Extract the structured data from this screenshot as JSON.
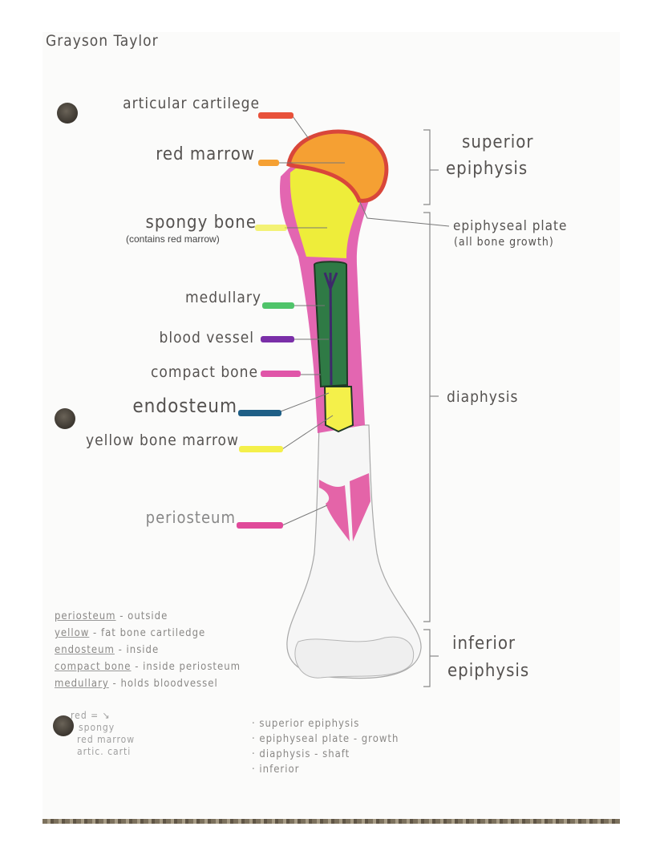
{
  "author": "Grayson Taylor",
  "labels": {
    "articular_cartilage": "articular cartilege",
    "red_marrow": "red marrow",
    "spongy_bone": "spongy bone",
    "spongy_bone_note": "(contains red marrow)",
    "medullary": "medullary",
    "blood_vessel": "blood vessel",
    "compact_bone": "compact bone",
    "endosteum": "endosteum",
    "yellow_bone_marrow": "yellow bone marrow",
    "periosteum": "periosteum"
  },
  "regions": {
    "superior_1": "superior",
    "superior_2": "epiphysis",
    "plate_1": "epiphyseal plate",
    "plate_2": "(all bone growth)",
    "diaphysis": "diaphysis",
    "inferior_1": "inferior",
    "inferior_2": "epiphysis"
  },
  "colors": {
    "articular_cartilage": "#e8513a",
    "red_marrow": "#f5a033",
    "spongy_bone": "#f0ee3c",
    "medullary": "#4fc46a",
    "blood_vessel": "#7a2fa8",
    "compact_bone": "#e055a8",
    "endosteum": "#1f5f86",
    "yellow_bone_marrow": "#f4f04a",
    "periosteum": "#e04a9a"
  },
  "notes_left": [
    {
      "term": "periosteum",
      "def": " - outside"
    },
    {
      "term": "yellow",
      "def": " - fat bone cartiledge"
    },
    {
      "term": "endosteum",
      "def": " - inside"
    },
    {
      "term": "compact bone",
      "def": " - inside periosteum"
    },
    {
      "term": "medullary",
      "def": " - holds bloodvessel"
    }
  ],
  "notes_red": {
    "head": "red = ↘",
    "items": [
      "spongy",
      "red marrow",
      "artic. carti"
    ]
  },
  "notes_right": [
    "· superior epiphysis",
    "· epiphyseal plate - growth",
    "· diaphysis - shaft",
    "· inferior"
  ]
}
